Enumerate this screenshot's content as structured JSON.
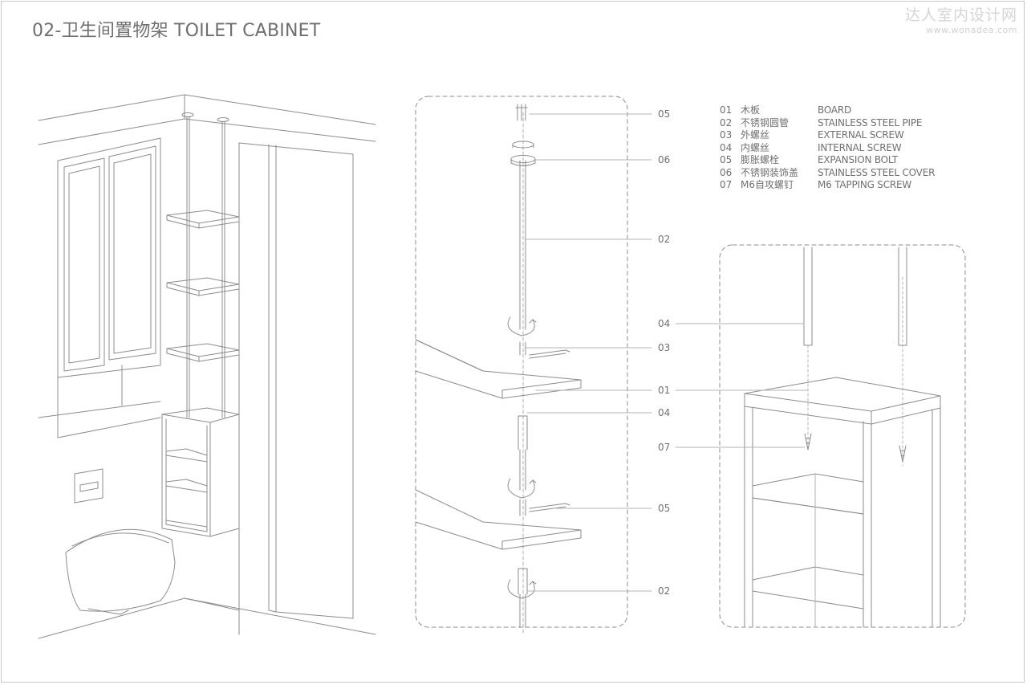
{
  "header": {
    "title": "02-卫生间置物架  TOILET CABINET"
  },
  "watermark": {
    "cn": "达人室内设计网",
    "url": "www.wonadea.com"
  },
  "legend": {
    "items": [
      {
        "num": "01",
        "cn": "木板",
        "en": "BOARD"
      },
      {
        "num": "02",
        "cn": "不锈钢圆管",
        "en": "STAINLESS STEEL PIPE"
      },
      {
        "num": "03",
        "cn": "外螺丝",
        "en": "EXTERNAL SCREW"
      },
      {
        "num": "04",
        "cn": "内螺丝",
        "en": "INTERNAL SCREW"
      },
      {
        "num": "05",
        "cn": "膨胀螺栓",
        "en": "EXPANSION BOLT"
      },
      {
        "num": "06",
        "cn": "不锈钢装饰盖",
        "en": "STAINLESS STEEL COVER"
      },
      {
        "num": "07",
        "cn": "M6自攻螺钉",
        "en": "M6 TAPPING SCREW"
      }
    ]
  },
  "callouts": {
    "exploded": [
      "05",
      "06",
      "02",
      "04",
      "03",
      "01",
      "04",
      "05",
      "02"
    ],
    "detail": [
      "04",
      "01",
      "07"
    ]
  },
  "colors": {
    "line": "#8c8c8c",
    "leader": "#b5b5b5",
    "text": "#707070"
  }
}
